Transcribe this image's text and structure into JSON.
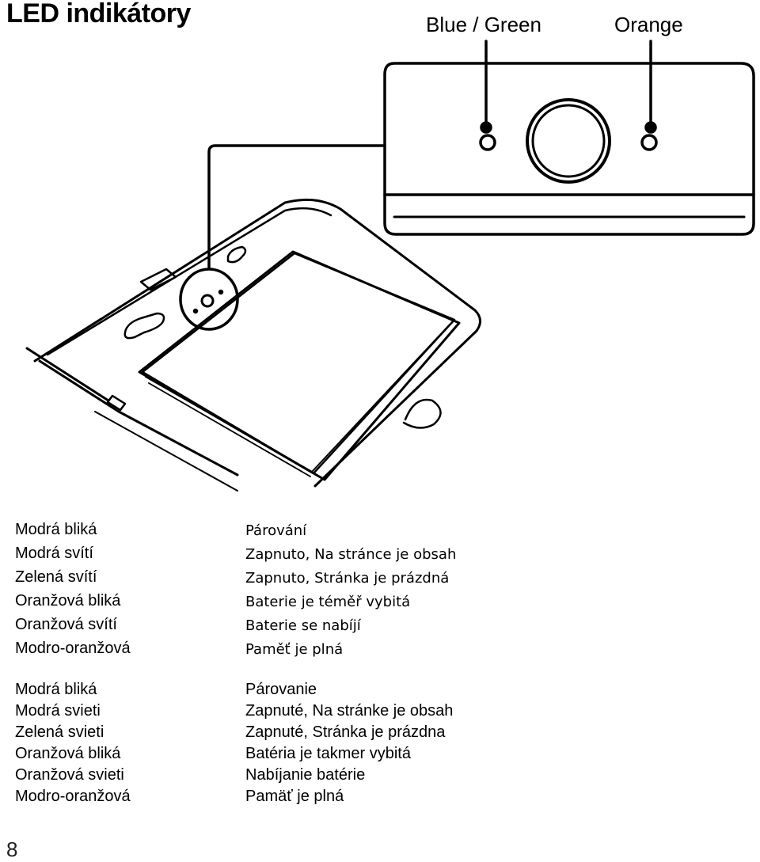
{
  "page": {
    "title": "LED indikátory",
    "page_number": "8"
  },
  "led_labels": {
    "blue_green": "Blue / Green",
    "orange": "Orange"
  },
  "legend_czech": {
    "colors": [
      "Modrá bliká",
      "Modrá svítí",
      "Zelená svítí",
      "Oranžová bliká",
      "Oranžová svítí",
      "Modro-oranžová"
    ],
    "meanings": [
      "Párování",
      "Zapnuto, Na stránce je obsah",
      "Zapnuto, Stránka je prázdná",
      "Baterie je téměř vybitá",
      "Baterie se nabíjí",
      "Paměť je plná"
    ]
  },
  "legend_slovak": {
    "colors": [
      "Modrá bliká",
      "Modrá svieti",
      "Zelená svieti",
      "Oranžová bliká",
      "Oranžová svieti",
      "Modro-oranžová"
    ],
    "meanings": [
      "Párovanie",
      "Zapnuté, Na stránke je obsah",
      "Zapnuté, Stránka je prázdna",
      "Batéria je takmer vybitá",
      "Nabíjanie batérie",
      "Pamäť je plná"
    ]
  }
}
